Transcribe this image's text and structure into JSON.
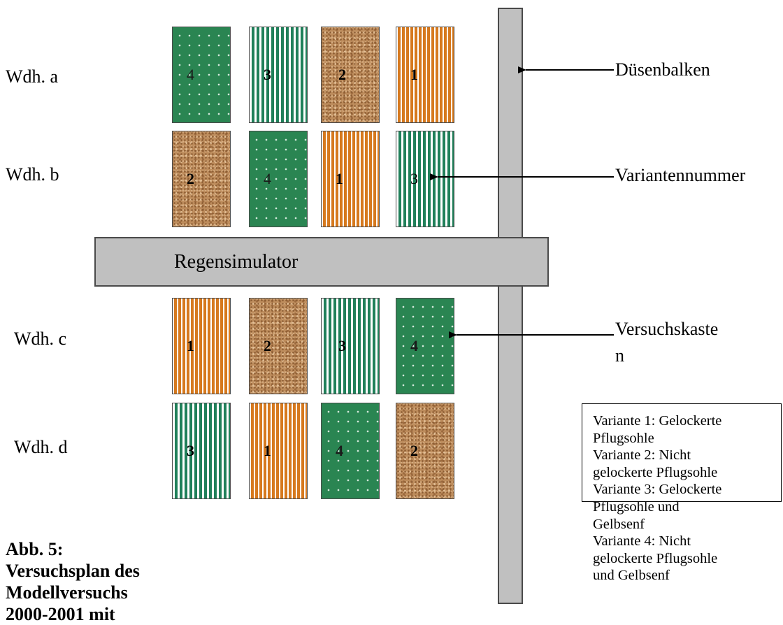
{
  "rows": [
    {
      "label": "Wdh. a",
      "plots": [
        {
          "variant": 4,
          "number": "4"
        },
        {
          "variant": 3,
          "number": "3"
        },
        {
          "variant": 2,
          "number": "2"
        },
        {
          "variant": 1,
          "number": "1"
        }
      ]
    },
    {
      "label": "Wdh. b",
      "plots": [
        {
          "variant": 2,
          "number": "2"
        },
        {
          "variant": 4,
          "number": "4"
        },
        {
          "variant": 1,
          "number": "1"
        },
        {
          "variant": 3,
          "number": "3"
        }
      ]
    },
    {
      "label": "Wdh. c",
      "plots": [
        {
          "variant": 1,
          "number": "1"
        },
        {
          "variant": 2,
          "number": "2"
        },
        {
          "variant": 3,
          "number": "3"
        },
        {
          "variant": 4,
          "number": "4"
        }
      ]
    },
    {
      "label": "Wdh. d",
      "plots": [
        {
          "variant": 3,
          "number": "3"
        },
        {
          "variant": 1,
          "number": "1"
        },
        {
          "variant": 4,
          "number": "4"
        },
        {
          "variant": 2,
          "number": "2"
        }
      ]
    }
  ],
  "components": {
    "rain_simulator": "Regensimulator"
  },
  "callouts": {
    "nozzle_bar": "Düsenbalken",
    "variant_number": "Variantennummer",
    "test_box_line1": "Versuchskaste",
    "test_box_line2": "n"
  },
  "legend": [
    "Variante 1: Gelockerte",
    "Pflugsohle",
    "Variante 2: Nicht",
    "gelockerte Pflugsohle",
    "Variante 3: Gelockerte",
    "Pflugsohle und",
    "Gelbsenf",
    "Variante 4: Nicht",
    "gelockerte Pflugsohle",
    "und Gelbsenf"
  ],
  "caption": [
    "Abb. 5:",
    "Versuchsplan des",
    "Modellversuchs",
    "2000-2001 mit"
  ],
  "colors": {
    "variant_1": "#d6791e",
    "variant_2": "#bd8c5c",
    "variant_3": "#20805a",
    "variant_4": "#2a8552",
    "equipment_fill": "#c0c0c0"
  }
}
